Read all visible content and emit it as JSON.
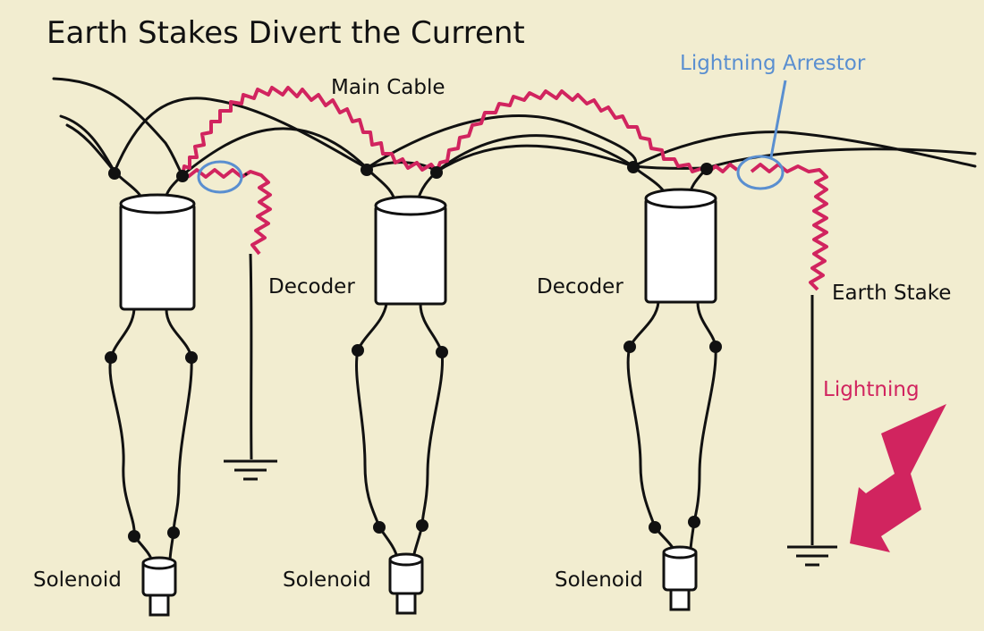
{
  "title": "Earth Stakes Divert the Current",
  "labels": {
    "main_cable": "Main Cable",
    "lightning_arrestor": "Lightning Arrestor",
    "decoder": "Decoder",
    "earth_stake": "Earth Stake",
    "lightning": "Lightning",
    "solenoid": "Solenoid"
  },
  "colors": {
    "background": "#f2edd0",
    "wire": "#111111",
    "surge": "#d1245f",
    "arrestor": "#5a8fd0",
    "component_fill": "#ffffff"
  },
  "icons": {
    "lightning_bolt": "lightning-bolt-icon",
    "ground": "ground-symbol-icon"
  }
}
